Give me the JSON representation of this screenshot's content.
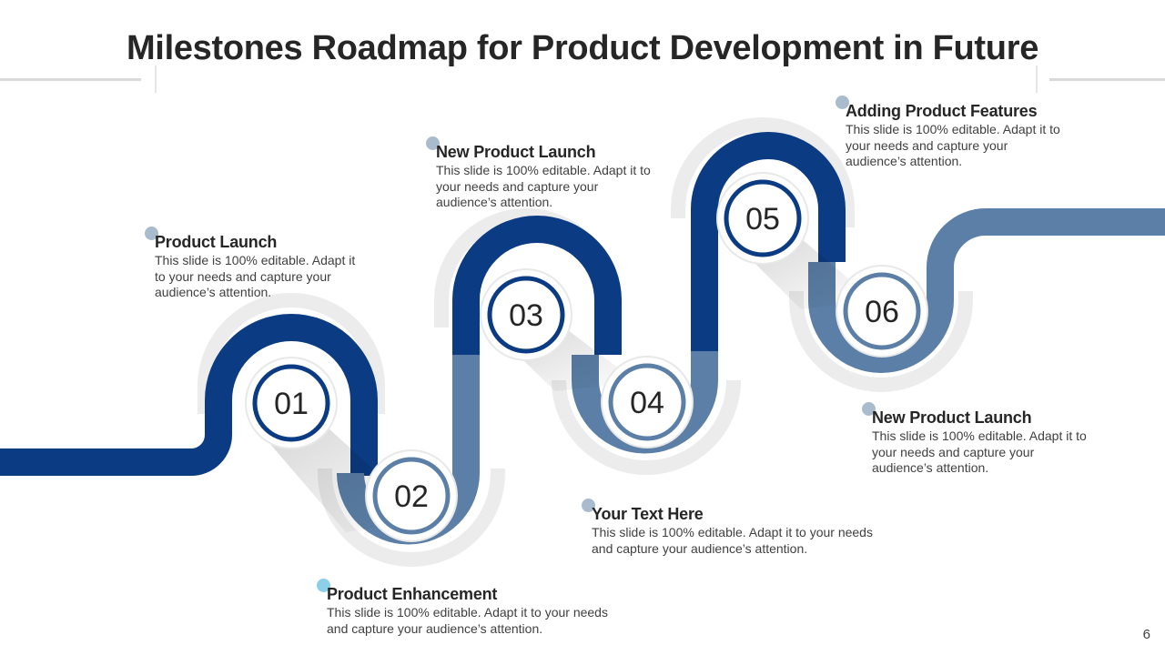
{
  "title": "Milestones Roadmap for Product Development in Future",
  "page_number": "6",
  "colors": {
    "dark_blue": "#0b3b82",
    "steel_blue": "#5b7fa6",
    "ring_dark": "#0b3b82",
    "ring_light": "#5b7fa6"
  },
  "milestones": [
    {
      "number": "01",
      "title": "Product Launch",
      "text": "This slide is 100% editable. Adapt it to your needs and capture your audience’s attention."
    },
    {
      "number": "02",
      "title": "Product Enhancement",
      "text": "This slide is 100% editable. Adapt it to your needs and capture your audience’s attention."
    },
    {
      "number": "03",
      "title": "New Product Launch",
      "text": "This slide is 100% editable. Adapt it to your needs and capture your audience’s attention."
    },
    {
      "number": "04",
      "title": "Your Text Here",
      "text": "This slide is 100% editable. Adapt it to your needs and capture your audience’s attention."
    },
    {
      "number": "05",
      "title": "Adding Product Features",
      "text": "This slide is 100% editable. Adapt it to your needs and capture your audience’s attention."
    },
    {
      "number": "06",
      "title": "New Product Launch",
      "text": "This slide is 100% editable. Adapt it to your needs and capture your audience’s attention."
    }
  ]
}
